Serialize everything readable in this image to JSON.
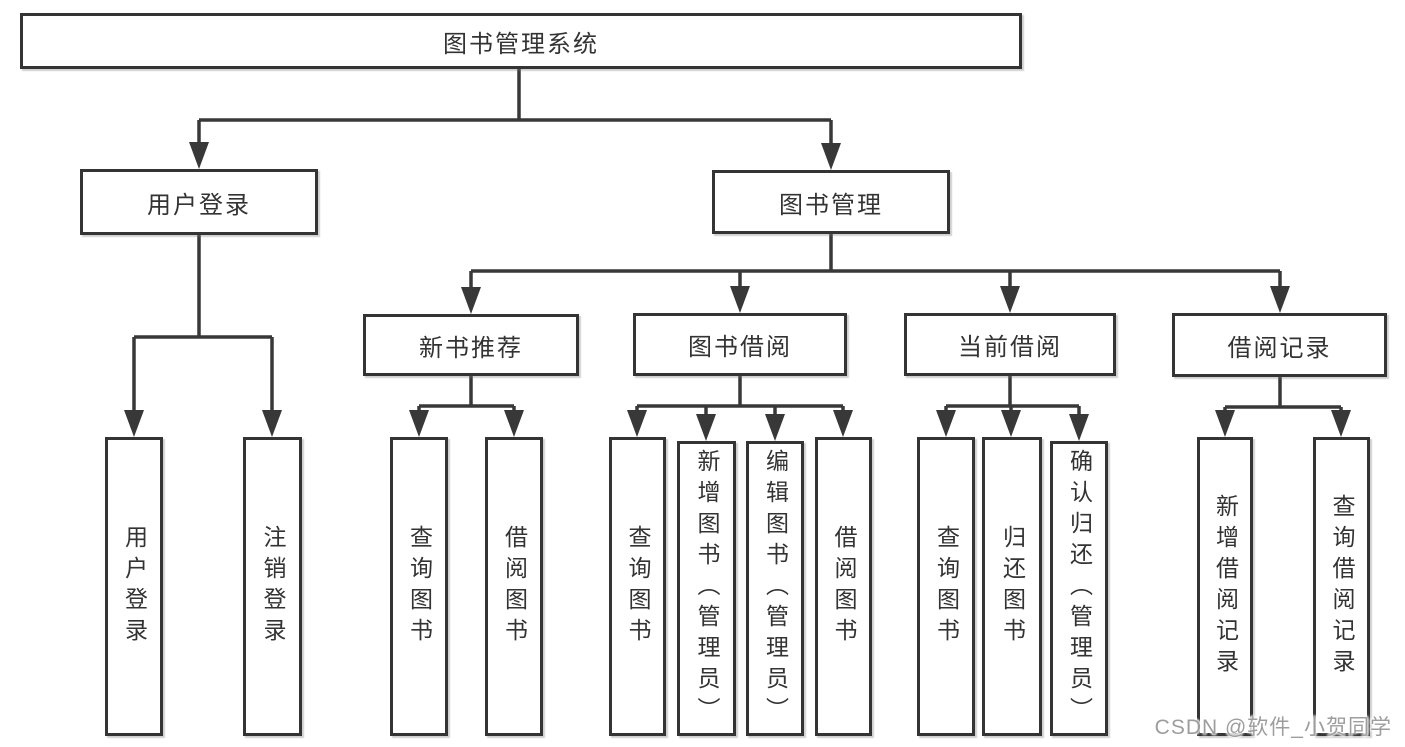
{
  "diagram": {
    "root": {
      "label": "图书管理系统"
    },
    "branches": [
      {
        "label": "用户登录",
        "children": [
          {
            "label": "用户登录"
          },
          {
            "label": "注销登录"
          }
        ]
      },
      {
        "label": "图书管理",
        "children": [
          {
            "label": "新书推荐",
            "children": [
              {
                "label": "查询图书"
              },
              {
                "label": "借阅图书"
              }
            ]
          },
          {
            "label": "图书借阅",
            "children": [
              {
                "label": "查询图书"
              },
              {
                "label": "新增图书（管理员）"
              },
              {
                "label": "编辑图书（管理员）"
              },
              {
                "label": "借阅图书"
              }
            ]
          },
          {
            "label": "当前借阅",
            "children": [
              {
                "label": "查询图书"
              },
              {
                "label": "归还图书"
              },
              {
                "label": "确认归还（管理员）"
              }
            ]
          },
          {
            "label": "借阅记录",
            "children": [
              {
                "label": "新增借阅记录"
              },
              {
                "label": "查询借阅记录"
              }
            ]
          }
        ]
      }
    ]
  },
  "colors": {
    "line": "#383838",
    "text": "#333333",
    "watermark": "#9d9d9d",
    "background": "#ffffff"
  },
  "watermark": {
    "text": "CSDN @软件_小贺同学"
  }
}
